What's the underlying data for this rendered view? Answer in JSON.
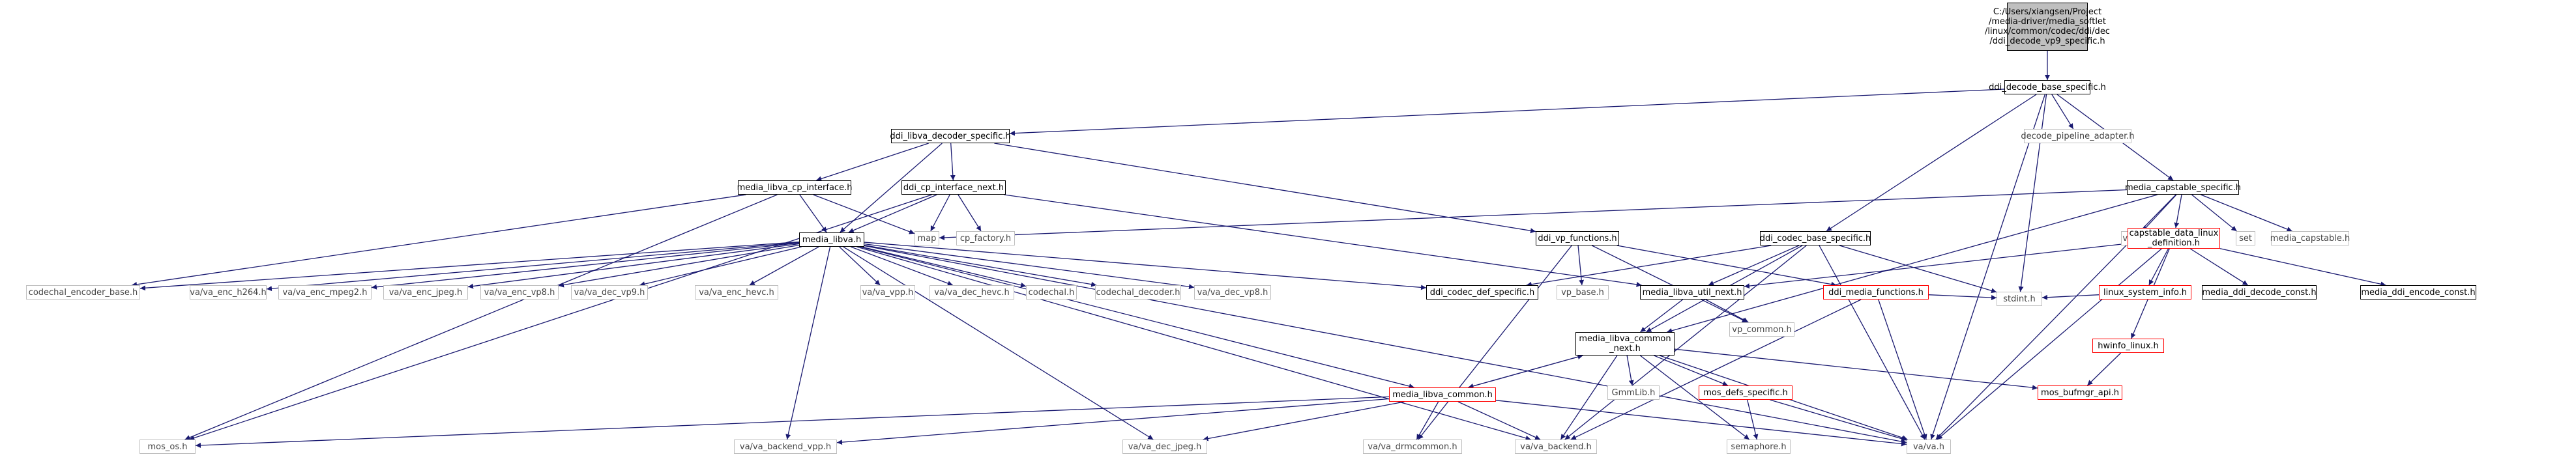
{
  "colors": {
    "edge": "#191970",
    "root_fill": "#bfbfbf",
    "documented_border": "#000000",
    "undocumented_border": "#bfbfbf",
    "truncated_border": "#ff0000"
  },
  "nodes": {
    "root": "C:/Users/xiangsen/Project\n/media-driver/media_softlet\n/linux/common/codec/ddi/dec\n/ddi_decode_vp9_specific.h",
    "ddi_decode_base_specific": "ddi_decode_base_specific.h",
    "ddi_libva_decoder_specific": "ddi_libva_decoder_specific.h",
    "decode_pipeline_adapter": "decode_pipeline_adapter.h",
    "media_capstable_specific": "media_capstable_specific.h",
    "media_libva_cp_interface": "media_libva_cp_interface.h",
    "ddi_cp_interface_next": "ddi_cp_interface_next.h",
    "ddi_vp_functions": "ddi_vp_functions.h",
    "ddi_codec_base_specific": "ddi_codec_base_specific.h",
    "vector": "vector",
    "capstable_data_linux_definition": "capstable_data_linux\n_definition.h",
    "set": "set",
    "media_capstable": "media_capstable.h",
    "map": "map",
    "cp_factory": "cp_factory.h",
    "media_libva": "media_libva.h",
    "codechal_encoder_base": "codechal_encoder_base.h",
    "va_enc_h264": "va/va_enc_h264.h",
    "va_enc_mpeg2": "va/va_enc_mpeg2.h",
    "va_enc_jpeg": "va/va_enc_jpeg.h",
    "va_enc_vp8": "va/va_enc_vp8.h",
    "va_dec_vp9": "va/va_dec_vp9.h",
    "va_enc_hevc": "va/va_enc_hevc.h",
    "va_vpp": "va/va_vpp.h",
    "va_dec_hevc": "va/va_dec_hevc.h",
    "codechal": "codechal.h",
    "codechal_decoder": "codechal_decoder.h",
    "va_dec_vp8": "va/va_dec_vp8.h",
    "ddi_codec_def_specific": "ddi_codec_def_specific.h",
    "vp_base": "vp_base.h",
    "media_libva_util_next": "media_libva_util_next.h",
    "ddi_media_functions": "ddi_media_functions.h",
    "linux_system_info": "linux_system_info.h",
    "media_ddi_decode_const": "media_ddi_decode_const.h",
    "media_ddi_encode_const": "media_ddi_encode_const.h",
    "stdint": "stdint.h",
    "vp_common": "vp_common.h",
    "hwinfo_linux": "hwinfo_linux.h",
    "media_libva_common_next": "media_libva_common\n_next.h",
    "gmmlib": "GmmLib.h",
    "mos_defs_specific": "mos_defs_specific.h",
    "mos_bufmgr_api": "mos_bufmgr_api.h",
    "media_libva_common": "media_libva_common.h",
    "mos_os": "mos_os.h",
    "va_backend_vpp": "va/va_backend_vpp.h",
    "va_dec_jpeg": "va/va_dec_jpeg.h",
    "va_drmcommon": "va/va_drmcommon.h",
    "va_backend": "va/va_backend.h",
    "semaphore": "semaphore.h",
    "va": "va/va.h"
  }
}
